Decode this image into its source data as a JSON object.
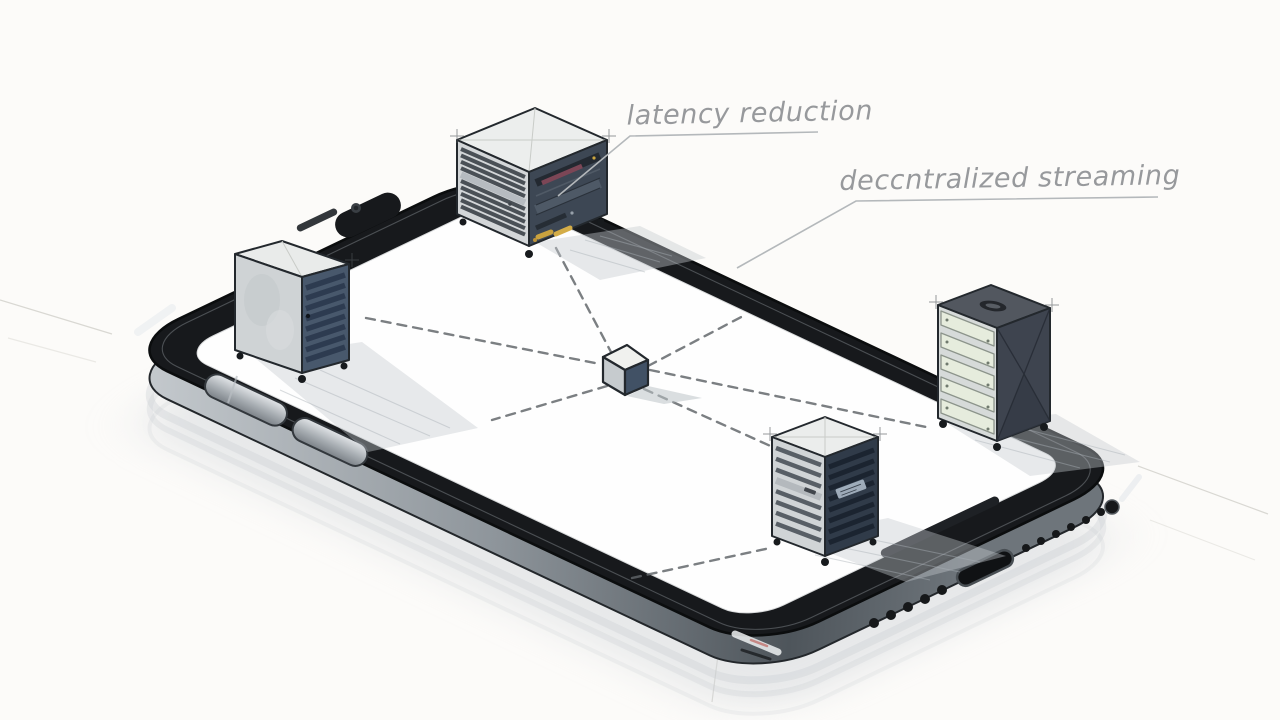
{
  "annotations": {
    "latency": {
      "text": "latency reduction"
    },
    "streaming": {
      "text": "deccntralized streaming"
    }
  },
  "diagram": {
    "device": "smartphone-isometric",
    "nodes": [
      "server-rack-top",
      "server-rack-left",
      "server-rack-bottom",
      "server-rack-right",
      "hub-cube"
    ],
    "connection_style": "dashed hub-and-spoke"
  },
  "colors": {
    "paper": "#fcfbf9",
    "ink": "#23282d",
    "bezel": "#17191c",
    "frame_mid": "#8e959b",
    "server_navy": "#3d4754",
    "server_navy_dark": "#303b49",
    "server_blue": "#48586c",
    "server_steel": "#d3d6d8",
    "tray_green": "#e6ecdd",
    "amber": "#c9a23e",
    "maroon": "#7c4656",
    "dash": "#5f6468",
    "label_text": "#97999c",
    "leader": "#b4b8bb",
    "shadow": "#c5cbd0"
  }
}
